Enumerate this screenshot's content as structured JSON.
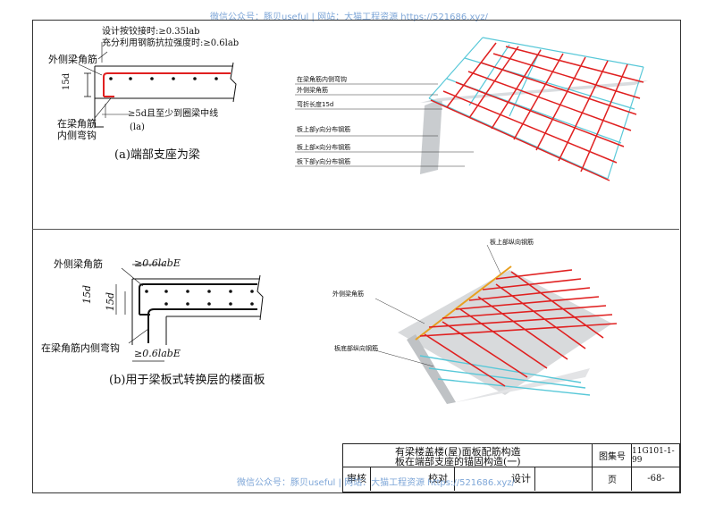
{
  "watermarks": {
    "top": "微信公众号：豚贝useful | 网站：大猫工程资源 https://521686.xyz/",
    "bottom": "微信公众号：豚贝useful | 网站：大猫工程资源 https://521686.xyz/"
  },
  "panel_a": {
    "outer_bar": "外侧梁角筋",
    "note1": "设计按铰接时:≥0.35lab",
    "note2": "充分利用钢筋抗拉强度时:≥0.6lab",
    "dim_15d": "15d",
    "inner_hook_1": "在梁角筋",
    "inner_hook_2": "内侧弯钩",
    "anchor_note": "≥5d且至少到圈梁中线",
    "la_note": "(la)",
    "caption": "(a)端部支座为梁"
  },
  "panel_a_3d": {
    "labels": [
      "在梁角筋内侧弯钩",
      "外侧梁角筋",
      "弯折长度15d",
      "板上部y向分布钢筋",
      "板上部x向分布钢筋",
      "板下部y向分布钢筋"
    ]
  },
  "panel_b": {
    "outer_bar": "外侧梁角筋",
    "dim_top": "≥0.6labE",
    "dim_15d_a": "15d",
    "dim_15d_b": "15d",
    "inner_hook": "在梁角筋内侧弯钩",
    "dim_bottom": "≥0.6labE",
    "caption": "(b)用于梁板式转换层的楼面板"
  },
  "panel_b_3d": {
    "label_top": "板上部纵向钢筋",
    "label_outer": "外侧梁角筋",
    "label_bottom": "板底部纵向钢筋"
  },
  "title_block": {
    "title1": "有梁楼盖楼(屋)面板配筋构造",
    "title2": "板在端部支座的锚固构造(一)",
    "atlas_label": "图集号",
    "atlas_no": "11G101-1-99",
    "review": "审核",
    "check": "校对",
    "design": "设计",
    "page_label": "页",
    "page_no": "-68-"
  },
  "colors": {
    "rebar_red": "#e02020",
    "rebar_cyan": "#58c8d8",
    "rebar_orange": "#e8a020",
    "watermark": "#7fa7d8"
  }
}
